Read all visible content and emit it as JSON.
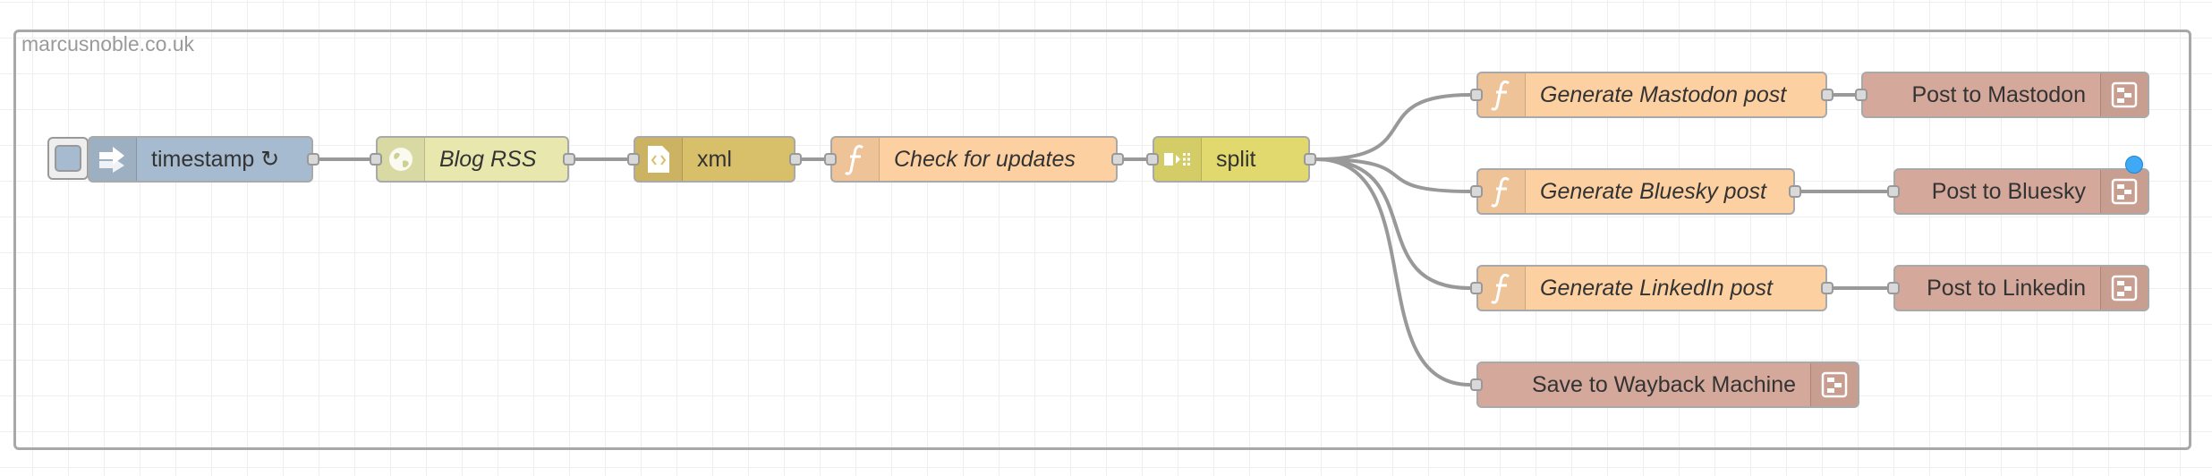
{
  "group": {
    "label": "marcusnoble.co.uk"
  },
  "nodes": {
    "timestamp": {
      "label": "timestamp ↻",
      "color": "#a6bbcf",
      "icon": "inject-arrow-icon"
    },
    "blog_rss": {
      "label": "Blog RSS",
      "color": "#e7e7ae",
      "icon": "globe-icon"
    },
    "xml": {
      "label": "xml",
      "color": "#d8bf6a",
      "icon": "xml-file-icon"
    },
    "check_updates": {
      "label": "Check for updates",
      "color": "#fdd0a2",
      "icon": "function-icon"
    },
    "split": {
      "label": "split",
      "color": "#e2d96e",
      "icon": "split-icon"
    },
    "gen_mastodon": {
      "label": "Generate Mastodon post",
      "color": "#fdd0a2",
      "icon": "function-icon"
    },
    "post_mastodon": {
      "label": "Post to Mastodon",
      "color": "#d4a89a",
      "icon": "subflow-icon"
    },
    "gen_bluesky": {
      "label": "Generate Bluesky post",
      "color": "#fdd0a2",
      "icon": "function-icon"
    },
    "post_bluesky": {
      "label": "Post to Bluesky",
      "color": "#d4a89a",
      "icon": "subflow-icon"
    },
    "gen_linkedin": {
      "label": "Generate LinkedIn post",
      "color": "#fdd0a2",
      "icon": "function-icon"
    },
    "post_linkedin": {
      "label": "Post to Linkedin",
      "color": "#d4a89a",
      "icon": "subflow-icon"
    },
    "wayback": {
      "label": "Save to Wayback Machine",
      "color": "#d4a89a",
      "icon": "subflow-icon"
    }
  },
  "status_indicator_color": "#3fa9f5",
  "wire_color": "#999999"
}
